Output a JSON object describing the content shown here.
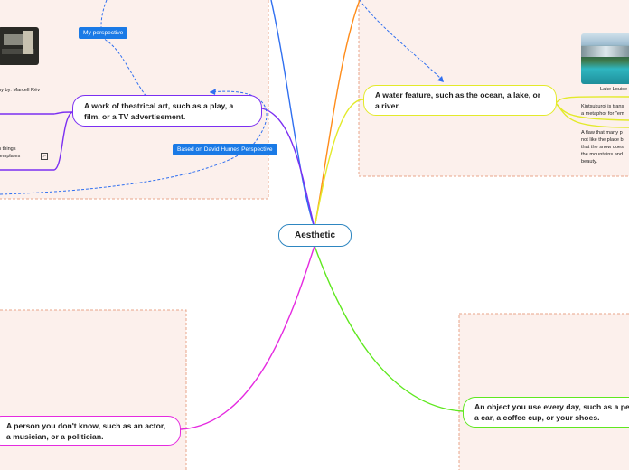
{
  "root": {
    "label": "Aesthetic"
  },
  "branches": {
    "theatrical": {
      "label": "A work of theatrical art, such as a play, a film, or a TV advertisement.",
      "color": "#7b2ff2"
    },
    "water": {
      "label": "A water feature, such as the ocean, a lake, or a river.",
      "color": "#e3ea2a"
    },
    "person": {
      "label": "A person you don't know, such as an actor, a musician, or a politician.",
      "color": "#e52ae0"
    },
    "object": {
      "label": "An object you use every day, such as a pe a car, a coffee cup, or your shoes.",
      "color": "#5fe81f"
    }
  },
  "tags": {
    "my_perspective": "My perspective",
    "hume": "Based on David Humes Perspective"
  },
  "left_notes": {
    "photo_credit": "hy by: Marcell Rév",
    "note_line1": "n things",
    "note_line2": "templates",
    "note_line3": "\""
  },
  "right_notes": {
    "image_caption": "Lake Louise",
    "kintsukuroi_line1": "Kintsukuroi is trans",
    "kintsukuroi_line2": "a metaphor for \"em",
    "flaw_line1": "A flaw that many p",
    "flaw_line2": "not like the place b",
    "flaw_line3": "that the snow does",
    "flaw_line4": "the mountains and",
    "flaw_line5": "beauty."
  },
  "colors": {
    "zone_fill": "#fcf0ec",
    "zone_border": "#e8a58a",
    "connector_blue": "#2f6ff0",
    "connector_orange": "#ff8c1a",
    "tag_blue": "#1a7ae6"
  }
}
